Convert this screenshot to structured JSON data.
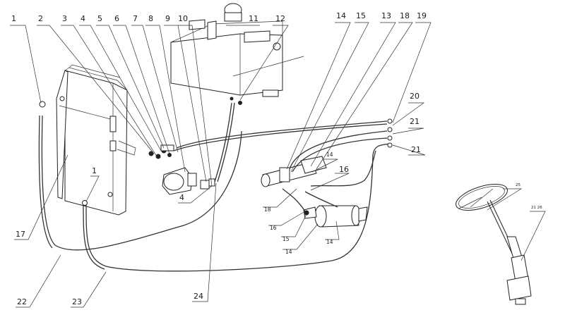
{
  "labels": {
    "n1": "1",
    "n2": "2",
    "n3": "3",
    "n4": "4",
    "n5": "5",
    "n6": "6",
    "n7": "7",
    "n8": "8",
    "n9": "9",
    "n10": "10",
    "n11": "11",
    "n12": "12",
    "n14": "14",
    "n15": "15",
    "n13": "13",
    "n18": "18",
    "n19": "19",
    "n20": "20",
    "n21a": "21",
    "n21b": "21",
    "n1b": "1",
    "n4b": "4",
    "n17": "17",
    "n22": "22",
    "n23": "23",
    "n24": "24",
    "n14b": "14",
    "n16a": "16",
    "n18b": "18",
    "n16b": "16",
    "n15b": "15",
    "n14c": "14",
    "n14d": "14",
    "n25": "25",
    "n2126": "21 26"
  }
}
